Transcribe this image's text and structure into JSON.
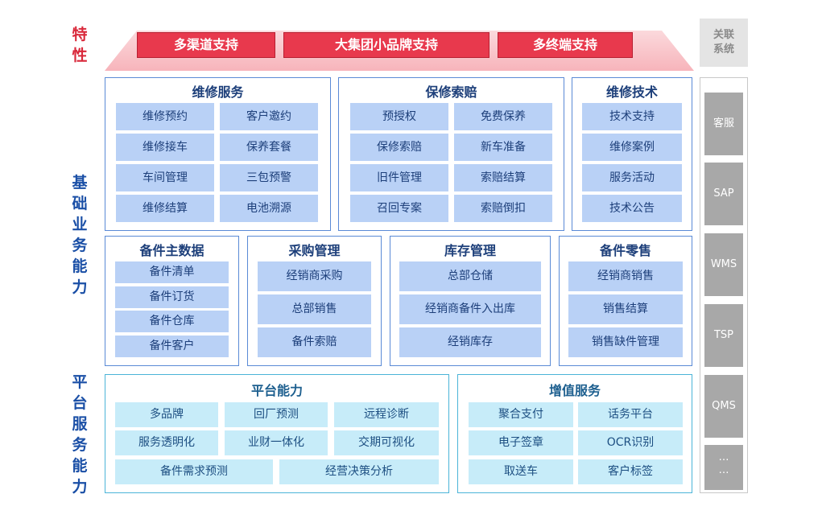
{
  "left_labels": {
    "features": [
      "特",
      "性"
    ],
    "base_business": [
      "基",
      "础",
      "业",
      "务",
      "能",
      "力"
    ],
    "platform_service": [
      "平",
      "台",
      "服",
      "务",
      "能",
      "力"
    ]
  },
  "features": [
    "多渠道支持",
    "大集团小品牌支持",
    "多终端支持"
  ],
  "related_header": [
    "关联",
    "系统"
  ],
  "related_systems": [
    "客服",
    "SAP",
    "WMS",
    "TSP",
    "QMS",
    "…",
    "…"
  ],
  "panels": {
    "repair": {
      "title": "维修服务",
      "items": [
        "维修预约",
        "客户邀约",
        "维修接车",
        "保养套餐",
        "车间管理",
        "三包预警",
        "维修结算",
        "电池溯源"
      ]
    },
    "warranty": {
      "title": "保修索赔",
      "items": [
        "预授权",
        "免费保养",
        "保修索赔",
        "新车准备",
        "旧件管理",
        "索赔结算",
        "召回专案",
        "索赔倒扣"
      ]
    },
    "tech": {
      "title": "维修技术",
      "items": [
        "技术支持",
        "维修案例",
        "服务活动",
        "技术公告"
      ]
    },
    "parts_master": {
      "title": "备件主数据",
      "items": [
        "备件清单",
        "备件订货",
        "备件仓库",
        "备件客户"
      ]
    },
    "purchase": {
      "title": "采购管理",
      "items": [
        "经销商采购",
        "总部销售",
        "备件索赔"
      ]
    },
    "inventory": {
      "title": "库存管理",
      "items": [
        "总部仓储",
        "经销商备件入出库",
        "经销库存"
      ]
    },
    "parts_retail": {
      "title": "备件零售",
      "items": [
        "经销商销售",
        "销售结算",
        "销售缺件管理"
      ]
    },
    "platform": {
      "title": "平台能力",
      "items": [
        "多品牌",
        "回厂预测",
        "远程诊断",
        "服务透明化",
        "业财一体化",
        "交期可视化",
        "备件需求预测",
        "经营决策分析"
      ]
    },
    "value_added": {
      "title": "增值服务",
      "items": [
        "聚合支付",
        "话务平台",
        "电子签章",
        "OCR识别",
        "取送车",
        "客户标签"
      ]
    }
  }
}
